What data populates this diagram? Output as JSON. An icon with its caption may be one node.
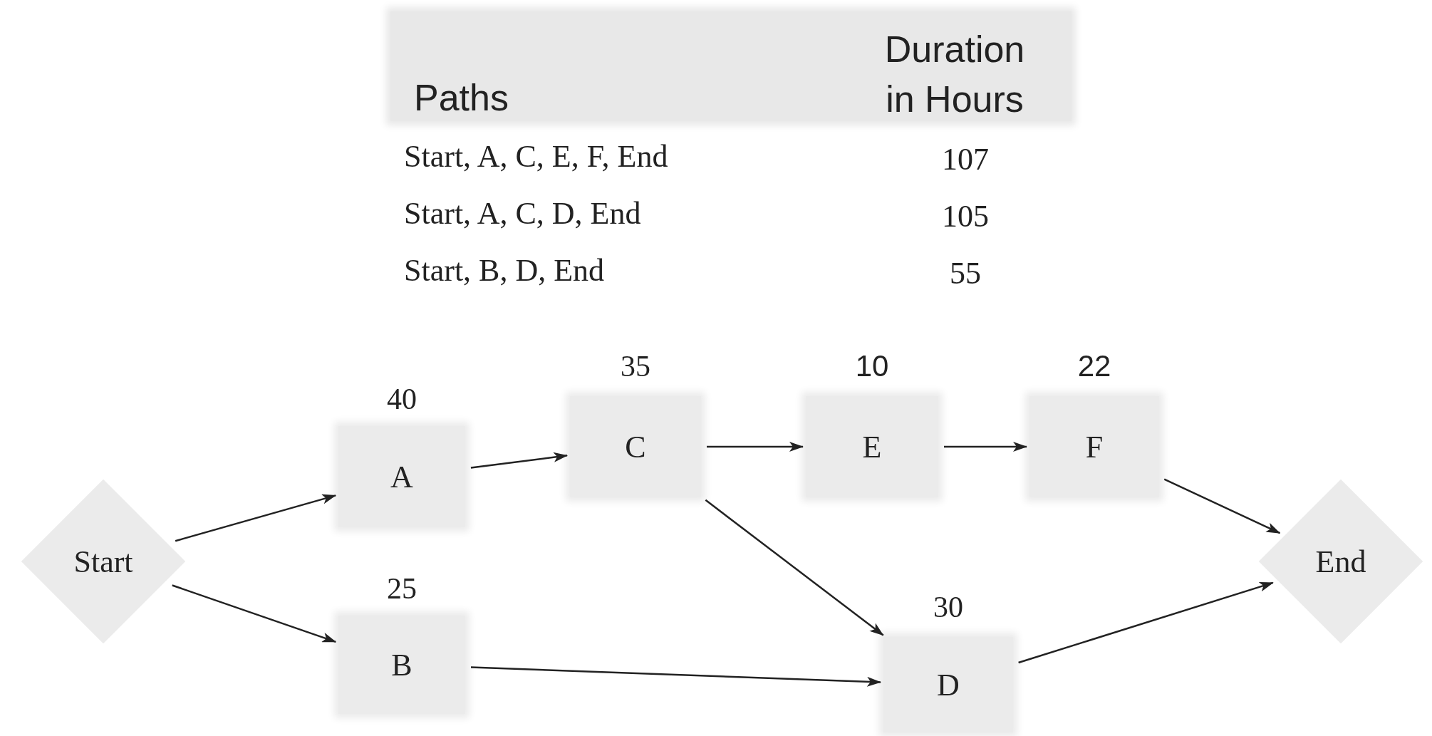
{
  "diagram": {
    "nodes": [
      {
        "text": [
          "Start"
        ]
      },
      {
        "text": [
          "A"
        ],
        "beside": [
          "40"
        ]
      },
      {
        "text": [
          "B"
        ],
        "beside": [
          "25"
        ]
      },
      {
        "text": [
          "C"
        ],
        "beside": [
          "35"
        ]
      },
      {
        "text": [
          "E"
        ],
        "beside": [
          "10"
        ]
      },
      {
        "text": [
          "F"
        ],
        "beside": [
          "22"
        ]
      },
      {
        "text": [
          "D"
        ],
        "beside": [
          "30"
        ]
      },
      {
        "text": [
          "End"
        ]
      }
    ],
    "edges": [
      {
        "from": 0,
        "to": 1,
        "arrow": "to"
      },
      {
        "from": 0,
        "to": 2,
        "arrow": "to"
      },
      {
        "from": 1,
        "to": 3,
        "arrow": "to"
      },
      {
        "from": 3,
        "to": 4,
        "arrow": "to"
      },
      {
        "from": 4,
        "to": 5,
        "arrow": "to"
      },
      {
        "from": 3,
        "to": 6,
        "arrow": "to"
      },
      {
        "from": 2,
        "to": 6,
        "arrow": "to"
      },
      {
        "from": 5,
        "to": 7,
        "arrow": "to"
      },
      {
        "from": 6,
        "to": 7,
        "arrow": "to"
      }
    ],
    "labels": [
      "Paths",
      "Duration in Hours",
      "Start, A, C, E, F, End",
      "107",
      "Start, A, C, D, End",
      "105",
      "Start, B, D, End",
      "55"
    ]
  }
}
